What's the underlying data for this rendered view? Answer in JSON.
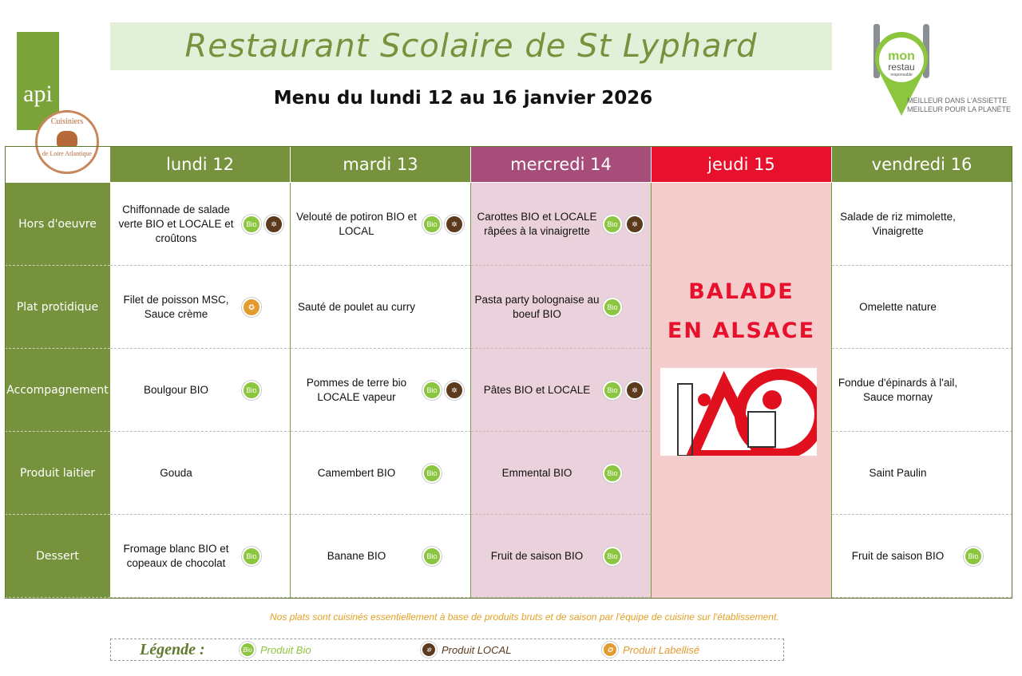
{
  "header": {
    "title": "Restaurant Scolaire de St Lyphard",
    "subtitle": "Menu du lundi 12 au 16 janvier 2026"
  },
  "logos": {
    "api": "api",
    "stamp_top": "Cuisiniers",
    "stamp_bottom": "de Loire Atlantique",
    "mrr_line1": "mon",
    "mrr_line2": "restau",
    "mrr_line3": "responsable",
    "mrr_tag1": "MEILLEUR DANS L'ASSIETTE",
    "mrr_tag2": "MEILLEUR POUR LA PLANÈTE"
  },
  "colors": {
    "green": "#76923c",
    "mercredi_header": "#a64d79",
    "mercredi_body": "#ead1dc",
    "jeudi_header": "#e8112d",
    "jeudi_body": "#f4cccc",
    "bio": "#8cc63f",
    "local": "#5c3a1e",
    "label": "#e39b2e"
  },
  "days": [
    {
      "label": "lundi 12",
      "color": "#76923c",
      "bg": "#ffffff"
    },
    {
      "label": "mardi 13",
      "color": "#76923c",
      "bg": "#ffffff"
    },
    {
      "label": "mercredi 14",
      "color": "#a64d79",
      "bg": "#ead1dc"
    },
    {
      "label": "jeudi 15",
      "color": "#e8112d",
      "bg": "#f4cccc"
    },
    {
      "label": "vendredi 16",
      "color": "#76923c",
      "bg": "#ffffff"
    }
  ],
  "rows": [
    "Hors d'oeuvre",
    "Plat protidique",
    "Accompagnement",
    "Produit laitier",
    "Dessert"
  ],
  "menu": [
    [
      {
        "text": "Chiffonnade de salade verte BIO et LOCALE et croûtons",
        "icons": [
          "bio",
          "local"
        ]
      },
      {
        "text": "Velouté de potiron BIO et LOCAL",
        "icons": [
          "bio",
          "local"
        ]
      },
      {
        "text": "Carottes BIO et LOCALE râpées à la vinaigrette",
        "icons": [
          "bio",
          "local"
        ]
      },
      null,
      {
        "text": "Salade de riz mimolette, Vinaigrette",
        "icons": []
      }
    ],
    [
      {
        "text": "Filet de poisson MSC, Sauce crème",
        "icons": [
          "label"
        ]
      },
      {
        "text": "Sauté de poulet au curry",
        "icons": []
      },
      {
        "text": "Pasta party bolognaise au boeuf BIO",
        "icons": [
          "bio"
        ]
      },
      null,
      {
        "text": "Omelette nature",
        "icons": []
      }
    ],
    [
      {
        "text": "Boulgour BIO",
        "icons": [
          "bio"
        ]
      },
      {
        "text": "Pommes de terre bio LOCALE vapeur",
        "icons": [
          "bio",
          "local"
        ]
      },
      {
        "text": "Pâtes BIO et LOCALE",
        "icons": [
          "bio",
          "local"
        ]
      },
      null,
      {
        "text": "Fondue d'épinards à l'ail, Sauce mornay",
        "icons": []
      }
    ],
    [
      {
        "text": "Gouda",
        "icons": []
      },
      {
        "text": "Camembert BIO",
        "icons": [
          "bio"
        ]
      },
      {
        "text": "Emmental BIO",
        "icons": [
          "bio"
        ]
      },
      null,
      {
        "text": "Saint Paulin",
        "icons": []
      }
    ],
    [
      {
        "text": "Fromage blanc BIO et copeaux de chocolat",
        "icons": [
          "bio"
        ]
      },
      {
        "text": "Banane BIO",
        "icons": [
          "bio"
        ]
      },
      {
        "text": "Fruit de saison BIO",
        "icons": [
          "bio"
        ]
      },
      null,
      {
        "text": "Fruit de saison BIO",
        "icons": [
          "bio"
        ]
      }
    ]
  ],
  "special": {
    "line1": "BALADE",
    "line2": "EN ALSACE"
  },
  "icon_text": {
    "bio": "Bio"
  },
  "footer": {
    "note": "Nos plats sont cuisinés essentiellement à base de produits bruts et de saison par l'équipe de cuisine sur l'établissement.",
    "legend_title": "Légende :",
    "legend": [
      {
        "icon": "bio",
        "label": "Produit Bio"
      },
      {
        "icon": "local",
        "label": "Produit LOCAL"
      },
      {
        "icon": "label",
        "label": "Produit Labellisé"
      }
    ]
  }
}
